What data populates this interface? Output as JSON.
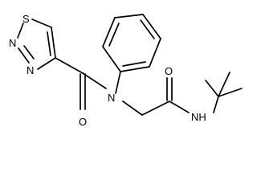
{
  "atoms": {
    "sulfur": "S",
    "n_ring_upper": "N",
    "n_ring_lower": "N",
    "amide_n": "N",
    "amide_o": "O",
    "carbonyl_o": "O",
    "nh_label": "NH"
  }
}
